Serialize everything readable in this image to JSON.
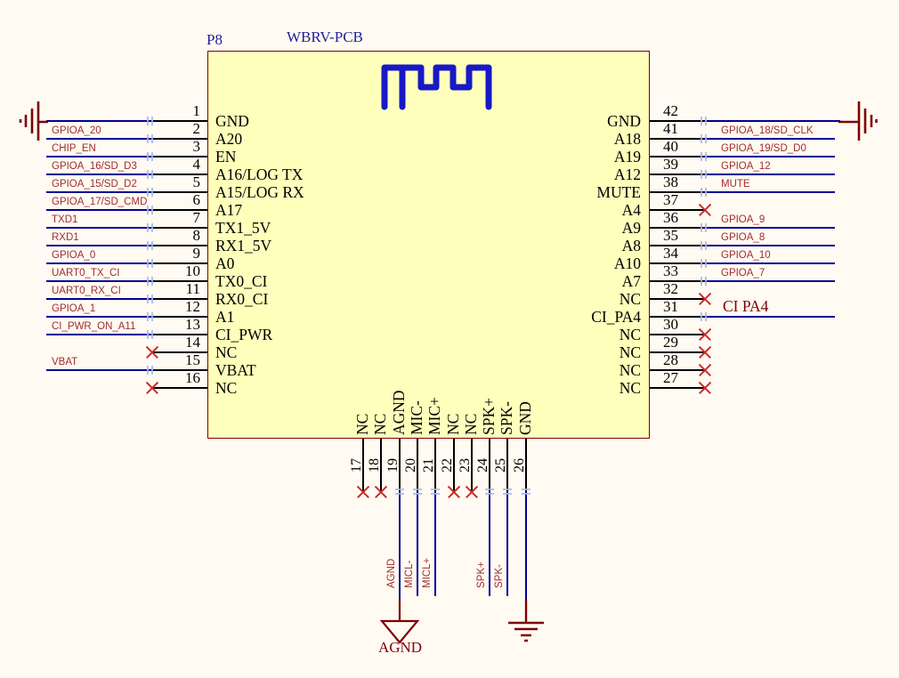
{
  "component": {
    "designator": "P8",
    "title": "WBRV-PCB"
  },
  "power": {
    "agnd_label": "AGND"
  },
  "icons": {
    "logo": "waveform-squiggle",
    "left_ground": "signal-ground",
    "right_ground": "signal-ground",
    "agnd_symbol": "power-ground-triangle",
    "earth_symbol": "earth-ground"
  },
  "colors": {
    "bg": "#FFFBF2",
    "chip_fill": "#FFFFBC",
    "chip_border": "#7B0101",
    "wire": "#000096",
    "stub": "#000000",
    "net": "#A02C2C",
    "symbol": "#7E0101",
    "nc": "#CC2A2A",
    "junction": "#A6B8F0",
    "designator": "#1F1F9E",
    "logo": "#1818C8",
    "pin_text": "#000000"
  },
  "left_pins": [
    {
      "number": "1",
      "name": "GND",
      "net": "",
      "ground": true
    },
    {
      "number": "2",
      "name": "A20",
      "net": "GPIOA_20"
    },
    {
      "number": "3",
      "name": "EN",
      "net": "CHIP_EN"
    },
    {
      "number": "4",
      "name": "A16/LOG TX",
      "net": "GPIOA_16/SD_D3"
    },
    {
      "number": "5",
      "name": "A15/LOG RX",
      "net": "GPIOA_15/SD_D2"
    },
    {
      "number": "6",
      "name": "A17",
      "net": "GPIOA_17/SD_CMD"
    },
    {
      "number": "7",
      "name": "TX1_5V",
      "net": "TXD1"
    },
    {
      "number": "8",
      "name": "RX1_5V",
      "net": "RXD1"
    },
    {
      "number": "9",
      "name": "A0",
      "net": "GPIOA_0"
    },
    {
      "number": "10",
      "name": "TX0_CI",
      "net": "UART0_TX_CI"
    },
    {
      "number": "11",
      "name": "RX0_CI",
      "net": "UART0_RX_CI"
    },
    {
      "number": "12",
      "name": "A1",
      "net": "GPIOA_1"
    },
    {
      "number": "13",
      "name": "CI_PWR",
      "net": "CI_PWR_ON_A11"
    },
    {
      "number": "14",
      "name": "NC",
      "nc": true
    },
    {
      "number": "15",
      "name": "VBAT",
      "net": "VBAT"
    },
    {
      "number": "16",
      "name": "NC",
      "nc": true
    }
  ],
  "right_pins": [
    {
      "number": "42",
      "name": "GND",
      "net": "",
      "ground": true
    },
    {
      "number": "41",
      "name": "A18",
      "net": "GPIOA_18/SD_CLK"
    },
    {
      "number": "40",
      "name": "A19",
      "net": "GPIOA_19/SD_D0"
    },
    {
      "number": "39",
      "name": "A12",
      "net": "GPIOA_12"
    },
    {
      "number": "38",
      "name": "MUTE",
      "net": "MUTE"
    },
    {
      "number": "37",
      "name": "A4",
      "nc": true
    },
    {
      "number": "36",
      "name": "A9",
      "net": "GPIOA_9"
    },
    {
      "number": "35",
      "name": "A8",
      "net": "GPIOA_8"
    },
    {
      "number": "34",
      "name": "A10",
      "net": "GPIOA_10"
    },
    {
      "number": "33",
      "name": "A7",
      "net": "GPIOA_7"
    },
    {
      "number": "32",
      "name": "NC",
      "nc": true
    },
    {
      "number": "31",
      "name": "CI_PA4",
      "port": "CI PA4"
    },
    {
      "number": "30",
      "name": "NC",
      "nc": true
    },
    {
      "number": "29",
      "name": "NC",
      "nc": true
    },
    {
      "number": "28",
      "name": "NC",
      "nc": true
    },
    {
      "number": "27",
      "name": "NC",
      "nc": true
    }
  ],
  "bottom_pins": [
    {
      "number": "17",
      "name": "NC",
      "nc": true
    },
    {
      "number": "18",
      "name": "NC",
      "nc": true
    },
    {
      "number": "19",
      "name": "AGND",
      "net": "AGND",
      "symbol": "agnd"
    },
    {
      "number": "20",
      "name": "MIC-",
      "net": "MICL-"
    },
    {
      "number": "21",
      "name": "MIC+",
      "net": "MICL+"
    },
    {
      "number": "22",
      "name": "NC",
      "nc": true
    },
    {
      "number": "23",
      "name": "NC",
      "nc": true
    },
    {
      "number": "24",
      "name": "SPK+",
      "net": "SPK+"
    },
    {
      "number": "25",
      "name": "SPK-",
      "net": "SPK-"
    },
    {
      "number": "26",
      "name": "GND",
      "net": "",
      "symbol": "earth"
    }
  ]
}
